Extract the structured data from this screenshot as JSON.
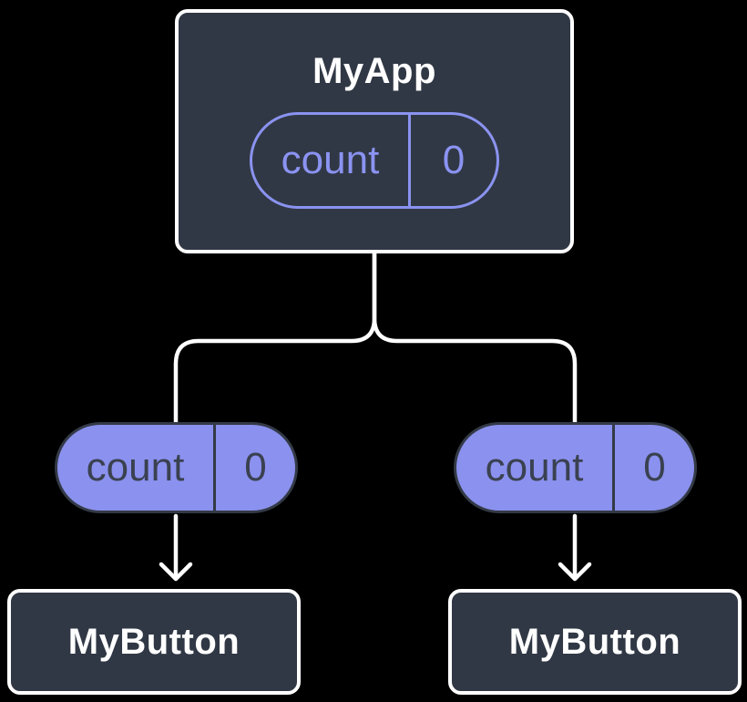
{
  "diagram": {
    "root": {
      "title": "MyApp",
      "state": {
        "label": "count",
        "value": "0"
      }
    },
    "children": [
      {
        "title": "MyButton",
        "prop": {
          "label": "count",
          "value": "0"
        }
      },
      {
        "title": "MyButton",
        "prop": {
          "label": "count",
          "value": "0"
        }
      }
    ]
  },
  "colors": {
    "background": "#000000",
    "node_fill": "#313845",
    "node_border": "#ffffff",
    "node_text": "#ffffff",
    "pill_fill": "#8b91ee",
    "pill_border": "#333a46",
    "pill_outline": "#8a93f0",
    "pill_text_purple": "#8b93f2",
    "pill_text_dark": "#3a4150",
    "connector": "#ffffff"
  }
}
